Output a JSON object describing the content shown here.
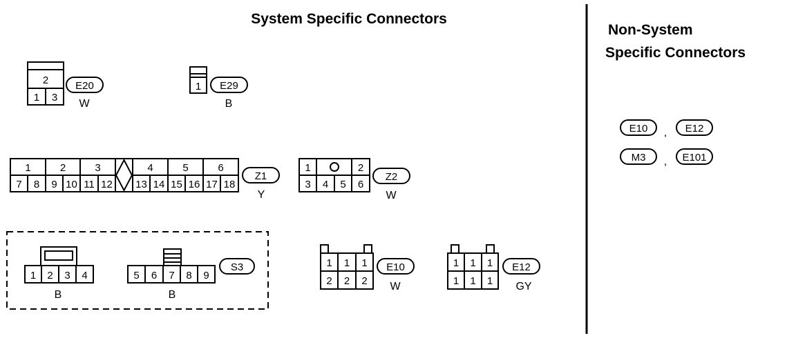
{
  "title": "System Specific Connectors",
  "right_header": {
    "line1": "Non-System",
    "line2": "Specific Connectors"
  },
  "connectors": {
    "E20": {
      "id": "E20",
      "color": "W",
      "top": [
        "2"
      ],
      "bottom": [
        "1",
        "3"
      ]
    },
    "E29": {
      "id": "E29",
      "color": "B",
      "pins": [
        "1"
      ]
    },
    "Z1": {
      "id": "Z1",
      "color": "Y",
      "top": [
        "1",
        "2",
        "3",
        "4",
        "5",
        "6"
      ],
      "bottom": [
        "7",
        "8",
        "9",
        "10",
        "11",
        "12",
        "13",
        "14",
        "15",
        "16",
        "17",
        "18"
      ]
    },
    "Z2": {
      "id": "Z2",
      "color": "W",
      "top": [
        "1",
        "2"
      ],
      "bottom": [
        "3",
        "4",
        "5",
        "6"
      ]
    },
    "S3": {
      "id": "S3",
      "left": {
        "pins": [
          "1",
          "2",
          "3",
          "4"
        ],
        "color": "B"
      },
      "right": {
        "pins": [
          "5",
          "6",
          "7",
          "8",
          "9"
        ],
        "color": "B"
      }
    },
    "E10": {
      "id": "E10",
      "color": "W",
      "top": [
        "1",
        "1",
        "1"
      ],
      "bottom": [
        "2",
        "2",
        "2"
      ]
    },
    "E12": {
      "id": "E12",
      "color": "GY",
      "top": [
        "1",
        "1",
        "1"
      ],
      "bottom": [
        "1",
        "1",
        "1"
      ]
    }
  },
  "non_system": [
    {
      "a": "E10",
      "b": "E12"
    },
    {
      "a": "M3",
      "b": "E101"
    }
  ],
  "separator": ","
}
